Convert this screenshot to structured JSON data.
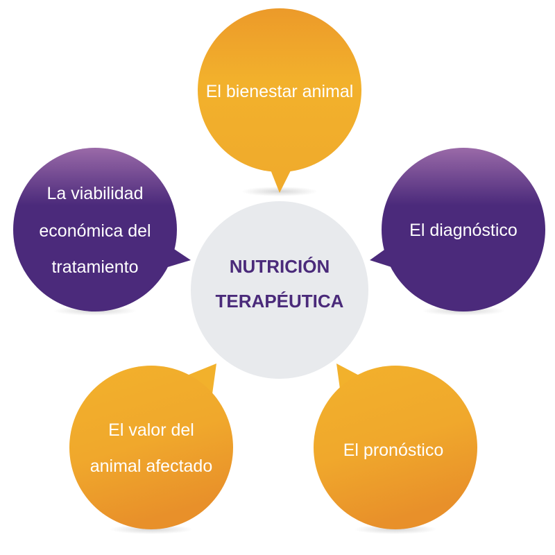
{
  "center": {
    "line1": "NUTRICIÓN",
    "line2": "TERAPÉUTICA"
  },
  "bubbles": {
    "top": {
      "line1": "El bienestar animal"
    },
    "left": {
      "line1": "La viabilidad",
      "line2": "económica del",
      "line3": "tratamiento"
    },
    "right": {
      "line1": "El diagnóstico"
    },
    "bottom_left": {
      "line1": "El valor del",
      "line2": "animal afectado"
    },
    "bottom_right": {
      "line1": "El pronóstico"
    }
  },
  "colors": {
    "orange_light": "#f2b12c",
    "orange_dark": "#e8902a",
    "purple_light": "#9a6aa8",
    "purple_dark": "#4b2a7b",
    "center": "#e8eaed"
  }
}
